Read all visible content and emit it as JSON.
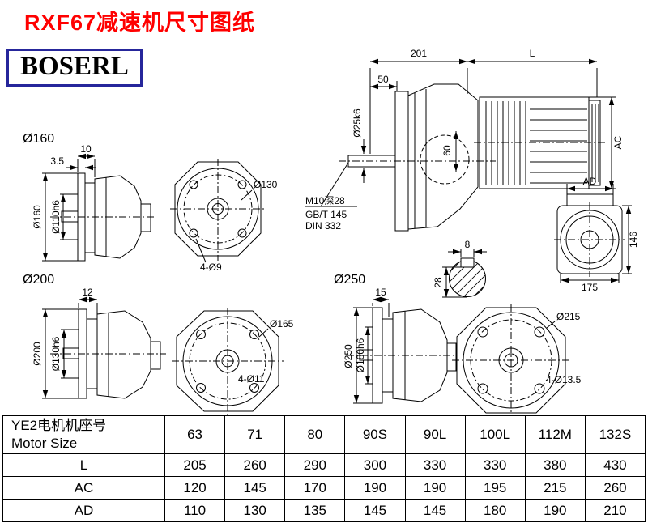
{
  "title": "RXF67减速机尺寸图纸",
  "brand": "BOSERL",
  "colors": {
    "title": "#ff0000",
    "logo_border": "#26269b",
    "line": "#000000"
  },
  "main_view": {
    "dim_201": "201",
    "dim_l": "L",
    "dim_50": "50",
    "shaft_dia": "Ø25k6",
    "dim_60": "60",
    "dim_ac": "AC",
    "callout_thread": "M10深28",
    "callout_gb": "GB/T 145",
    "callout_din": "DIN 332"
  },
  "motor_end_view": {
    "dim_ad": "AD",
    "dim_146": "146",
    "dim_175": "175"
  },
  "shaft_section": {
    "key_width": "8",
    "key_height": "28"
  },
  "unit160": {
    "label": "Ø160",
    "dim_10": "10",
    "dim_3_5": "3.5",
    "flange_dia": "Ø160",
    "spigot_dia": "Ø110h6",
    "bolt_circle": "Ø130",
    "holes": "4-Ø9"
  },
  "unit200": {
    "label": "Ø200",
    "dim_12": "12",
    "flange_dia": "Ø200",
    "spigot_dia": "Ø130h6",
    "bolt_circle": "Ø165",
    "holes": "4-Ø11"
  },
  "unit250": {
    "label": "Ø250",
    "dim_15": "15",
    "flange_dia": "Ø250",
    "spigot_dia": "Ø180h6",
    "bolt_circle": "Ø215",
    "holes": "4-Ø13.5"
  },
  "table": {
    "header_cn": "YE2电机机座号",
    "header_en": "Motor Size",
    "columns": [
      "63",
      "71",
      "80",
      "90S",
      "90L",
      "100L",
      "112M",
      "132S"
    ],
    "rows": [
      {
        "label": "L",
        "values": [
          "205",
          "260",
          "290",
          "300",
          "330",
          "330",
          "380",
          "430"
        ]
      },
      {
        "label": "AC",
        "values": [
          "120",
          "145",
          "170",
          "190",
          "190",
          "195",
          "215",
          "260"
        ]
      },
      {
        "label": "AD",
        "values": [
          "110",
          "130",
          "135",
          "145",
          "145",
          "180",
          "190",
          "210"
        ]
      }
    ]
  }
}
